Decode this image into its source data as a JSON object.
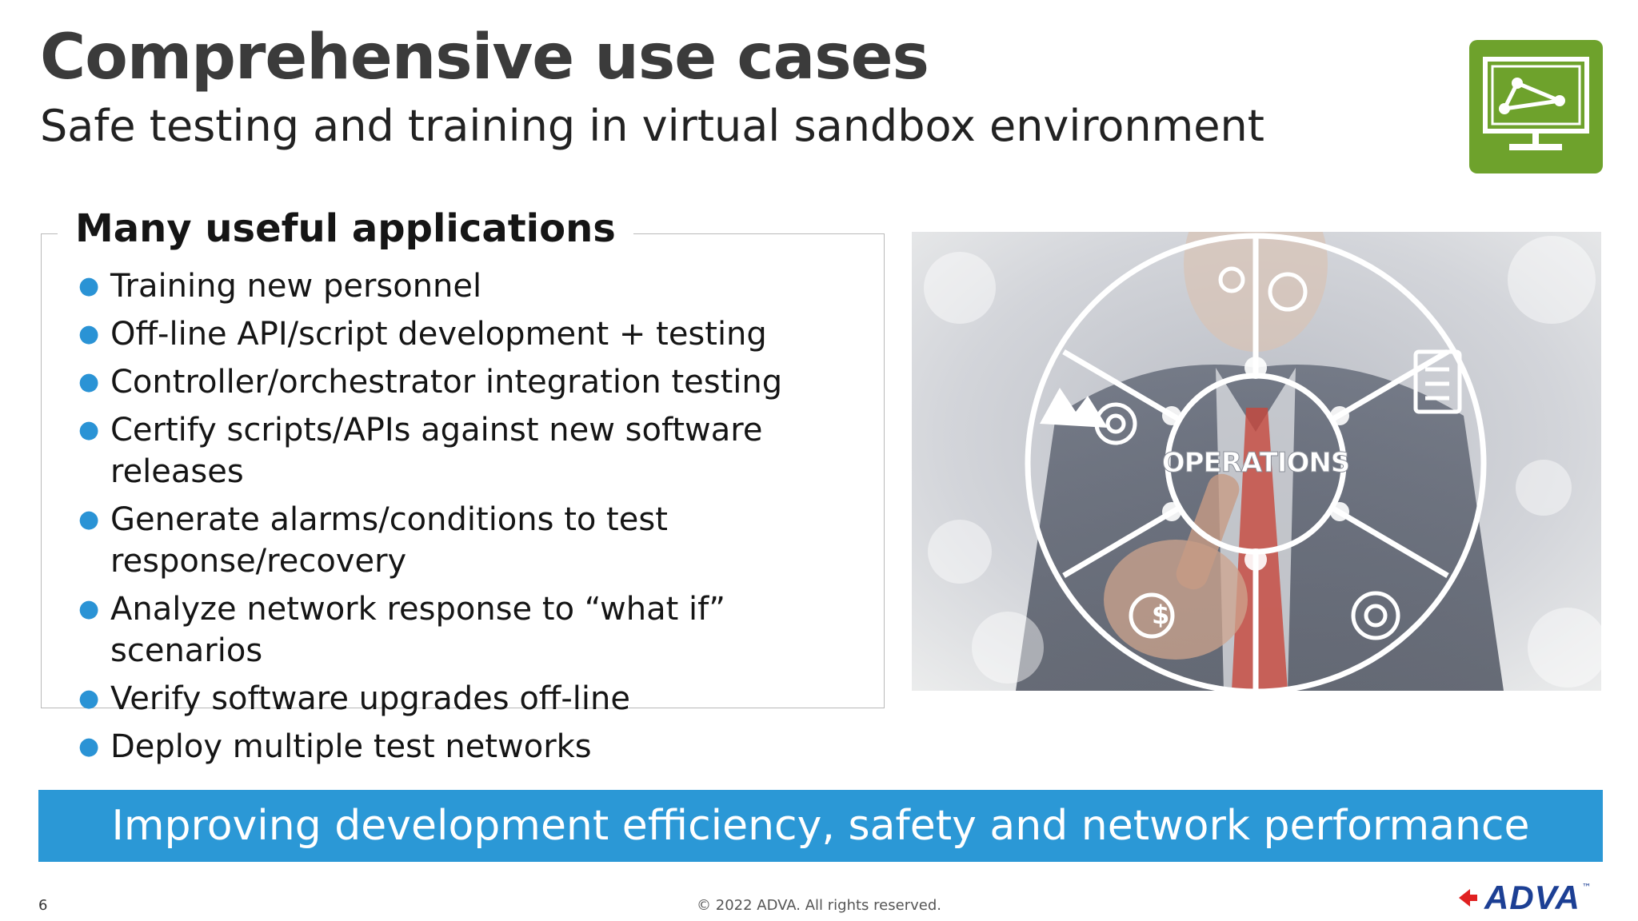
{
  "slide": {
    "title": "Comprehensive use cases",
    "subtitle": "Safe testing and training in virtual sandbox environment"
  },
  "panel": {
    "heading": "Many useful applications",
    "bullets": [
      "Training new personnel",
      "Off-line API/script development + testing",
      "Controller/orchestrator integration testing",
      "Certify scripts/APIs against new software releases",
      "Generate alarms/conditions to test response/recovery",
      "Analyze network response to “what if” scenarios",
      "Verify software upgrades off-line",
      "Deploy multiple test networks"
    ]
  },
  "image": {
    "center_label": "OPERATIONS"
  },
  "banner": {
    "text": "Improving development efficiency, safety and network performance"
  },
  "footer": {
    "page_number": "6",
    "copyright": "© 2022 ADVA. All rights reserved.",
    "logo_text": "ADVA",
    "logo_tm": "™"
  },
  "icons": [
    "monitor-graph-icon",
    "adva-logo-mark",
    "bullet-dot"
  ],
  "colors": {
    "accent_blue": "#2b98d6",
    "icon_green": "#6ea22c",
    "title_gray": "#3b3b3b",
    "logo_blue": "#1c3f94",
    "logo_red": "#e02020"
  }
}
